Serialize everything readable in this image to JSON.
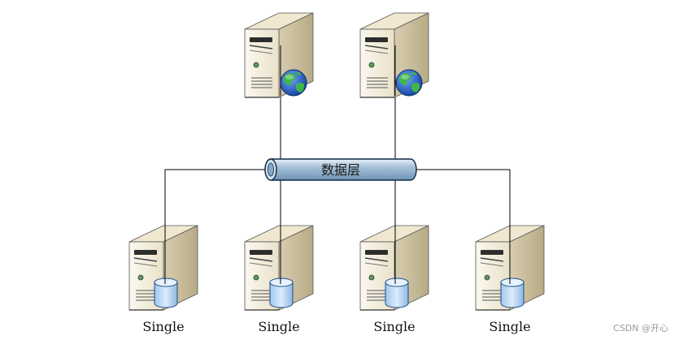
{
  "diagram": {
    "data_layer_label": "数据层",
    "top_servers": [
      {
        "icon": "web-server-globe-icon"
      },
      {
        "icon": "web-server-globe-icon"
      }
    ],
    "bottom_servers": [
      {
        "label": "Single",
        "icon": "database-server-icon"
      },
      {
        "label": "Single",
        "icon": "database-server-icon"
      },
      {
        "label": "Single",
        "icon": "database-server-icon"
      },
      {
        "label": "Single",
        "icon": "database-server-icon"
      }
    ],
    "watermark": "CSDN @开心",
    "colors": {
      "server_front": "#f2ecdc",
      "server_side": "#d3c7a6",
      "server_top": "#ece3c9",
      "pipe": "#a9c3da",
      "line": "#000000",
      "globe_ocean": "#1f5fc7",
      "globe_land": "#45b64a",
      "db": "#c4def6"
    }
  }
}
